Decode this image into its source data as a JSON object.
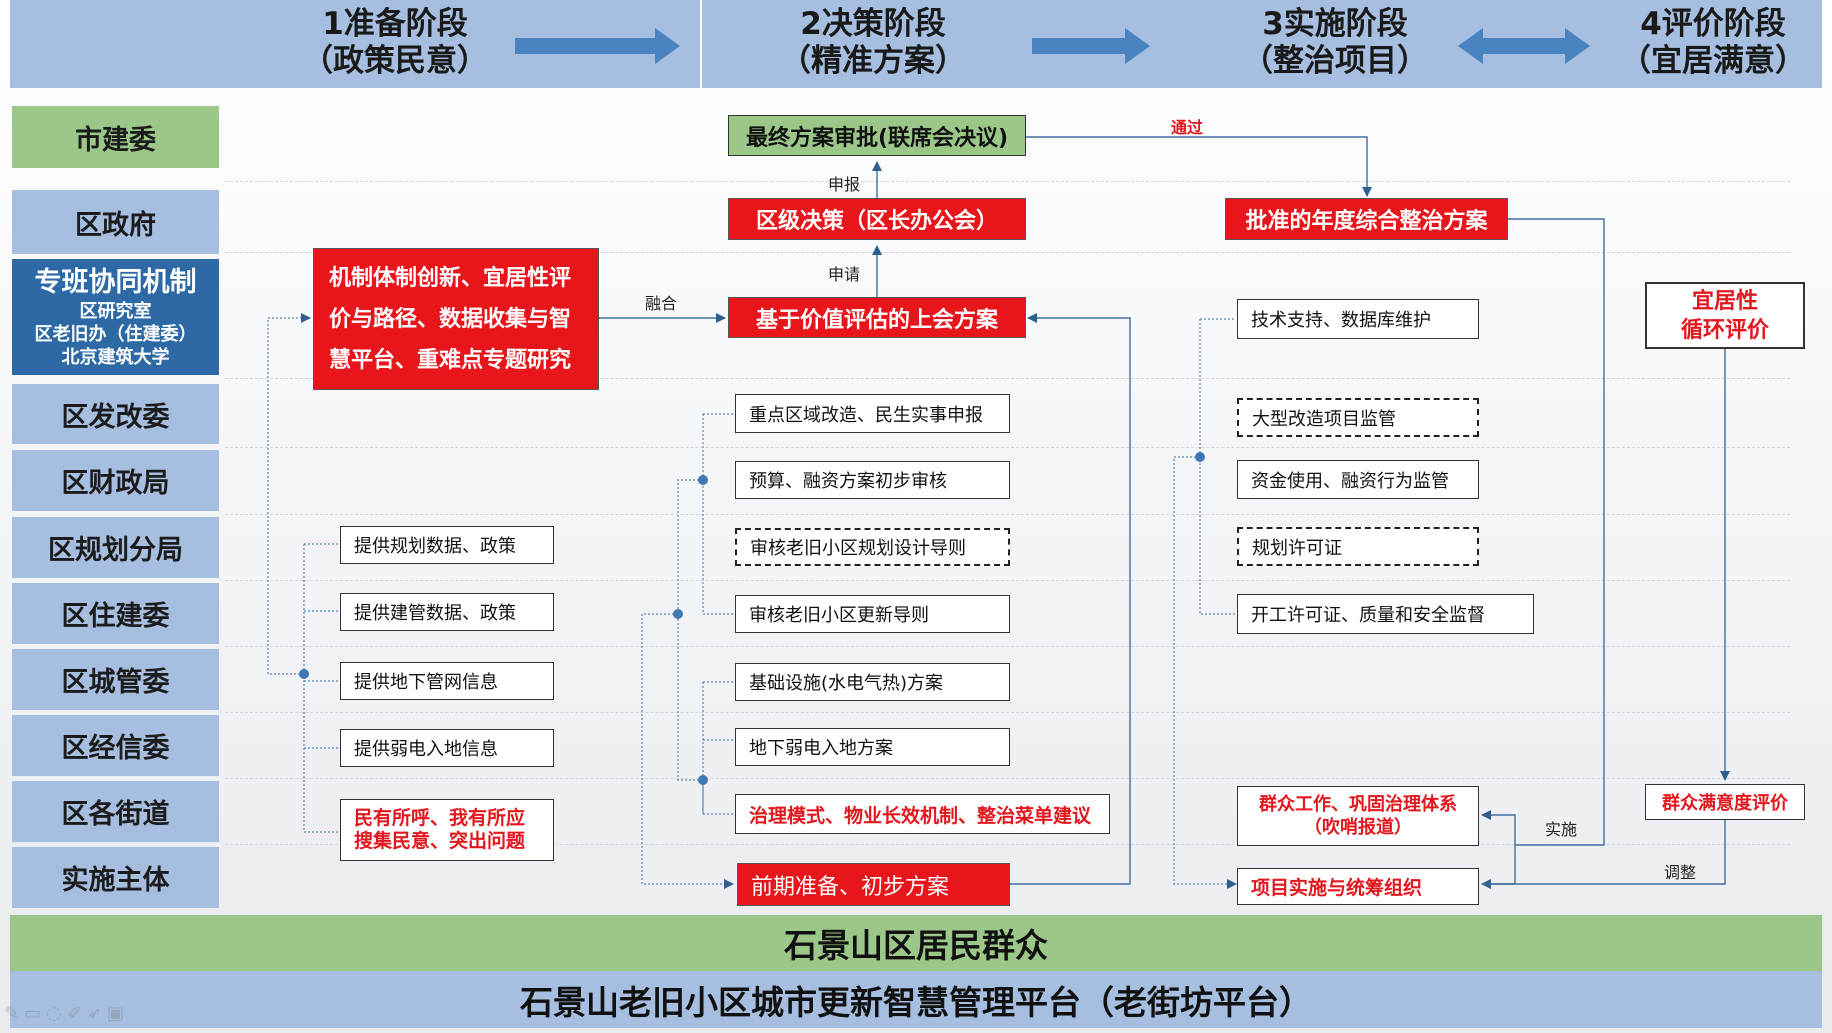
{
  "phases": [
    {
      "line1": "1准备阶段",
      "line2": "（政策民意）"
    },
    {
      "line1": "2决策阶段",
      "line2": "（精准方案）"
    },
    {
      "line1": "3实施阶段",
      "line2": "（整治项目）"
    },
    {
      "line1": "4评价阶段",
      "line2": "（宜居满意）"
    }
  ],
  "rows": {
    "r0": "市建委",
    "r1": "区政府",
    "r2_title": "专班协同机制",
    "r2_sub1": "区研究室",
    "r2_sub2": "区老旧办（住建委）",
    "r2_sub3": "北京建筑大学",
    "r3": "区发改委",
    "r4": "区财政局",
    "r5": "区规划分局",
    "r6": "区住建委",
    "r7": "区城管委",
    "r8": "区经信委",
    "r9": "区各街道",
    "r10": "实施主体"
  },
  "research": {
    "line1": "机制体制创新、宜居性评",
    "line2": "价与路径、数据收集与智",
    "line3": "慧平台、重难点专题研究"
  },
  "prep_boxes": {
    "b1": "提供规划数据、政策",
    "b2": "提供建管数据、政策",
    "b3": "提供地下管网信息",
    "b4": "提供弱电入地信息",
    "b5_line1": "民有所呼、我有所应",
    "b5_line2": "搜集民意、突出问题"
  },
  "decision": {
    "final_approval": "最终方案审批(联席会决议)",
    "district_decision": "区级决策（区长办公会）",
    "value_plan": "基于价值评估的上会方案",
    "d1": "重点区域改造、民生实事申报",
    "d2": "预算、融资方案初步审核",
    "d3": "审核老旧小区规划设计导则",
    "d4": "审核老旧小区更新导则",
    "d5": "基础设施(水电气热)方案",
    "d6": "地下弱电入地方案",
    "d7": "治理模式、物业长效机制、整治菜单建议",
    "d8": "前期准备、初步方案"
  },
  "implementation": {
    "approved_plan": "批准的年度综合整治方案",
    "i1": "技术支持、数据库维护",
    "i2": "大型改造项目监管",
    "i3": "资金使用、融资行为监管",
    "i4": "规划许可证",
    "i5": "开工许可证、质量和安全监督",
    "i6_line1": "群众工作、巩固治理体系",
    "i6_line2": "（吹哨报道）",
    "i7": "项目实施与统筹组织"
  },
  "evaluation": {
    "livability_line1": "宜居性",
    "livability_line2": "循环评价",
    "satisfaction": "群众满意度评价"
  },
  "edge_labels": {
    "pass": "通过",
    "report": "申报",
    "apply": "申请",
    "merge": "融合",
    "implement": "实施",
    "adjust": "调整"
  },
  "bottom": {
    "residents": "石景山区居民群众",
    "platform": "石景山老旧小区城市更新智慧管理平台（老街坊平台）"
  },
  "colors": {
    "phase_blue": "#a6bedf",
    "green": "#9bc788",
    "dark_blue": "#2d6aa5",
    "red": "#e8151b",
    "arrow_blue": "#4a84c0"
  }
}
